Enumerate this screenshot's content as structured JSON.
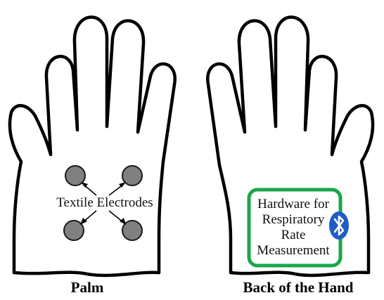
{
  "palm": {
    "electrodes_label": "Textile Electrodes",
    "caption": "Palm",
    "electrode_count": 4
  },
  "back": {
    "hardware_lines": [
      "Hardware for",
      "Respiratory",
      "Rate",
      "Measurement"
    ],
    "caption": "Back of the Hand",
    "icon": "bluetooth-icon"
  },
  "colors": {
    "outline": "#000000",
    "electrode_fill": "#808080",
    "box_border": "#1aa64a",
    "bluetooth_bg": "#1f5cc4",
    "bluetooth_symbol": "#ffffff"
  }
}
